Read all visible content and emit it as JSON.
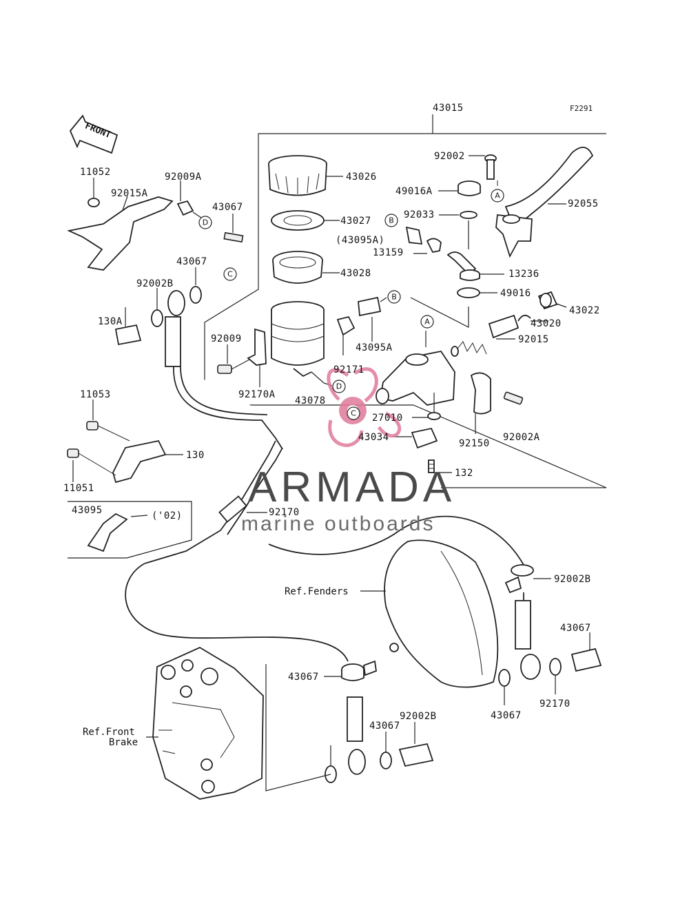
{
  "figure_code": "F2291",
  "front_label": "FRONT",
  "watermark": {
    "brand": "ARMADA",
    "tagline": "marine outboards",
    "accent_color": "#e07a9a"
  },
  "callouts": [
    "43015",
    "43026",
    "43027",
    "43028",
    "43078",
    "43095A",
    "92171",
    "92170A",
    "92009",
    "92002",
    "49016A",
    "92033",
    "(43095A)",
    "13159",
    "13236",
    "92055",
    "49016",
    "43022",
    "43020",
    "92015",
    "27010",
    "43034",
    "92150",
    "92002A",
    "132",
    "11052",
    "92015A",
    "92009A",
    "43067",
    "43067",
    "92002B",
    "130A",
    "11053",
    "130",
    "11051",
    "('02)",
    "43095",
    "92170",
    "92002B",
    "43067",
    "43067",
    "92170",
    "43067",
    "92002B",
    "43067"
  ],
  "references": {
    "fenders": "Ref.Fenders",
    "front_brake_line1": "Ref.Front",
    "front_brake_line2": "Brake"
  },
  "circle_markers": [
    "A",
    "A",
    "B",
    "B",
    "C",
    "C",
    "D",
    "D"
  ]
}
